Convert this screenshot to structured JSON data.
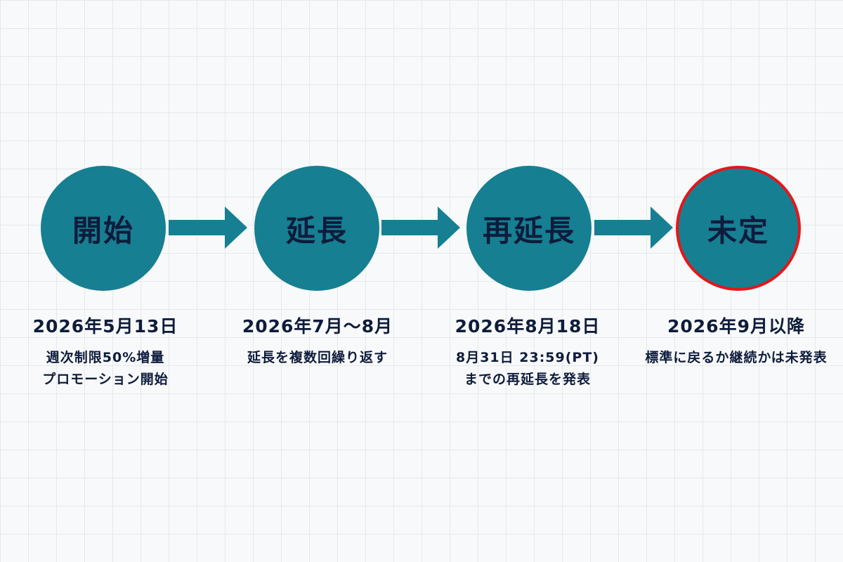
{
  "stages": [
    {
      "label": "開始",
      "date": "2026年5月13日",
      "description": [
        "週次制限50%増量",
        "プロモーション開始"
      ]
    },
    {
      "label": "延長",
      "date": "2026年7月～8月",
      "description": [
        "延長を複数回繰り返す"
      ]
    },
    {
      "label": "再延長",
      "date": "2026年8月18日",
      "description": [
        "8月31日 23:59(PT)",
        "までの再延長を発表"
      ]
    },
    {
      "label": "未定",
      "date": "2026年9月以降",
      "description": [
        "標準に戻るか継続かは未発表"
      ]
    }
  ],
  "colors": {
    "circle_fill": "#167f92",
    "arrow_fill": "#167f92",
    "pending_border": "#e5161a",
    "text": "#0e1c3c",
    "background": "#f8f9fa",
    "grid": "#e6e8eb"
  }
}
